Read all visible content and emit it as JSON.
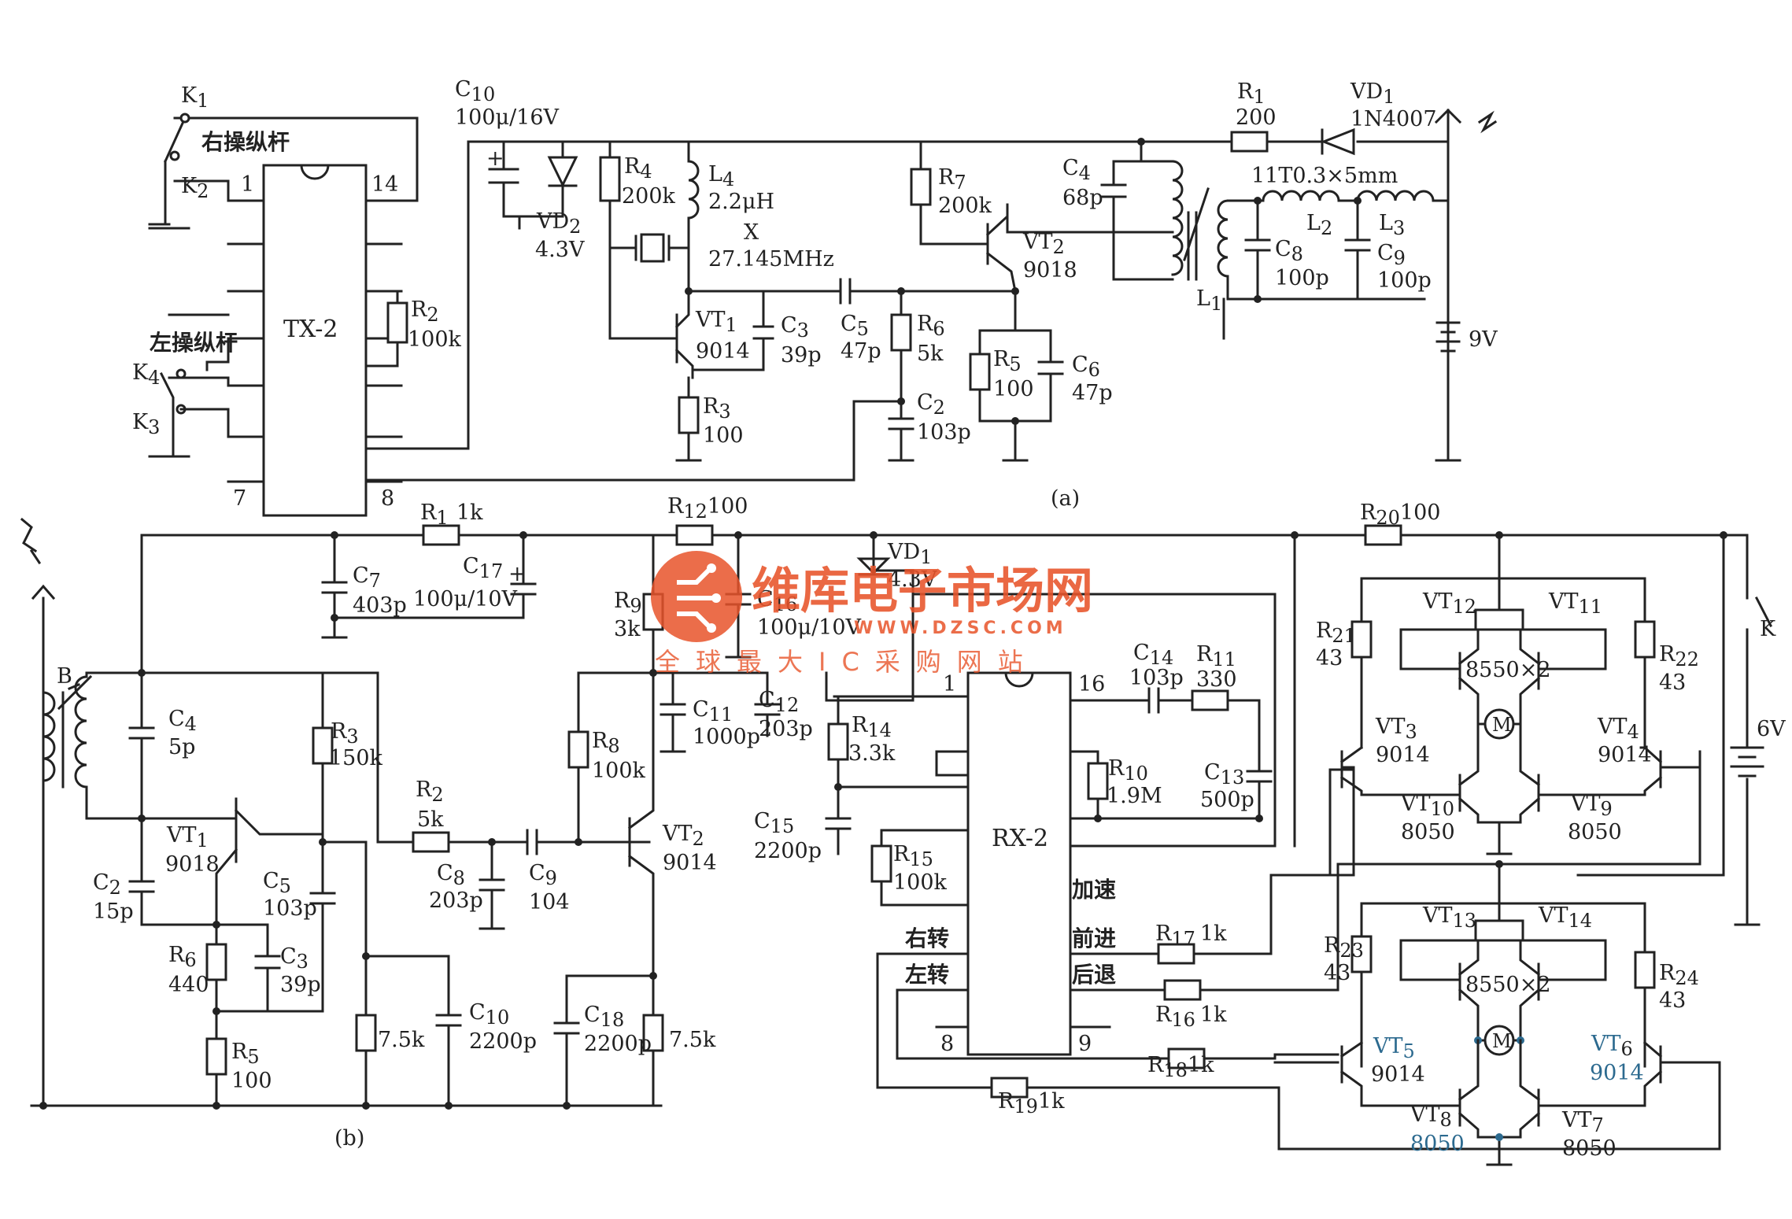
{
  "diagram": {
    "label_a": "(a)",
    "label_b": "(b)"
  },
  "tx": {
    "K1": "K",
    "K1_sub": "1",
    "K2": "K",
    "K2_sub": "2",
    "K3": "K",
    "K3_sub": "3",
    "K4": "K",
    "K4_sub": "4",
    "right_stick": "右操纵杆",
    "left_stick": "左操纵杆",
    "chip": "TX-2",
    "pin1": "1",
    "pin14": "14",
    "pin7": "7",
    "pin8": "8",
    "R2": "R",
    "R2_sub": "2",
    "R2_val": "100k",
    "C10": "C",
    "C10_sub": "10",
    "C10_val": "100μ/16V",
    "VD2": "VD",
    "VD2_sub": "2",
    "VD2_val": "4.3V",
    "R4": "R",
    "R4_sub": "4",
    "R4_val": "200k",
    "L4": "L",
    "L4_sub": "4",
    "L4_val": "2.2μH",
    "X": "X",
    "X_val": "27.145MHz",
    "VT1": "VT",
    "VT1_sub": "1",
    "VT1_val": "9014",
    "C3": "C",
    "C3_sub": "3",
    "C3_val": "39p",
    "C5": "C",
    "C5_sub": "5",
    "C5_val": "47p",
    "R6": "R",
    "R6_sub": "6",
    "R6_val": "5k",
    "R3": "R",
    "R3_sub": "3",
    "R3_val": "100",
    "C2": "C",
    "C2_sub": "2",
    "C2_val": "103p",
    "R5": "R",
    "R5_sub": "5",
    "R5_val": "100",
    "C6": "C",
    "C6_sub": "6",
    "C6_val": "47p",
    "R7": "R",
    "R7_sub": "7",
    "R7_val": "200k",
    "VT2": "VT",
    "VT2_sub": "2",
    "VT2_val": "9018",
    "C4": "C",
    "C4_sub": "4",
    "C4_val": "68p",
    "L1": "L",
    "L1_sub": "1",
    "R1": "R",
    "R1_sub": "1",
    "R1_val": "200",
    "VD1": "VD",
    "VD1_sub": "1",
    "VD1_val": "1N4007",
    "coil": "11T0.3×5mm",
    "L2": "L",
    "L2_sub": "2",
    "L3": "L",
    "L3_sub": "3",
    "C8": "C",
    "C8_sub": "8",
    "C8_val": "100p",
    "C9": "C",
    "C9_sub": "9",
    "C9_val": "100p",
    "battery": "9V"
  },
  "rx": {
    "B": "B",
    "C4": "C",
    "C4_sub": "4",
    "C4_val": "5p",
    "C2": "C",
    "C2_sub": "2",
    "C2_val": "15p",
    "VT1": "VT",
    "VT1_sub": "1",
    "VT1_val": "9018",
    "R6": "R",
    "R6_sub": "6",
    "R6_val": "440",
    "C3": "C",
    "C3_sub": "3",
    "C3_val": "39p",
    "R5": "R",
    "R5_sub": "5",
    "R5_val": "100",
    "C5": "C",
    "C5_sub": "5",
    "C5_val": "103p",
    "R3": "R",
    "R3_sub": "3",
    "R3_val": "150k",
    "R7k5a": "7.5k",
    "C10": "C",
    "C10_sub": "10",
    "C10_val": "2200p",
    "C7": "C",
    "C7_sub": "7",
    "C7_val": "403p",
    "R1": "R",
    "R1_sub": "1",
    "R1_val": "1k",
    "C17": "C",
    "C17_sub": "17",
    "C17_val": "100μ/10V",
    "R2": "R",
    "R2_sub": "2",
    "R2_val": "5k",
    "C8": "C",
    "C8_sub": "8",
    "C8_val": "203p",
    "C9": "C",
    "C9_sub": "9",
    "C9_val": "104",
    "R8": "R",
    "R8_sub": "8",
    "R8_val": "100k",
    "VT2": "VT",
    "VT2_sub": "2",
    "VT2_val": "9014",
    "C18": "C",
    "C18_sub": "18",
    "C18_val": "2200p",
    "R7k5b": "7.5k",
    "R9": "R",
    "R9_sub": "9",
    "R9_val": "3k",
    "R12": "R",
    "R12_sub": "12",
    "R12_val": "100",
    "C16": "C",
    "C16_sub": "16",
    "C16_val": "100μ/10V",
    "VD1": "VD",
    "VD1_sub": "1",
    "VD1_val": "4.3V",
    "C11": "C",
    "C11_sub": "11",
    "C11_val": "1000p",
    "C12": "C",
    "C12_sub": "12",
    "C12_val": "203p",
    "R14": "R",
    "R14_sub": "14",
    "R14_val": "3.3k",
    "C15": "C",
    "C15_sub": "15",
    "C15_val": "2200p",
    "R15": "R",
    "R15_sub": "15",
    "R15_val": "100k",
    "chip": "RX-2",
    "pin1": "1",
    "pin16": "16",
    "pin8": "8",
    "pin9": "9",
    "accel": "加速",
    "forward": "前进",
    "backward": "后退",
    "turn_right": "右转",
    "turn_left": "左转",
    "C14": "C",
    "C14_sub": "14",
    "C14_val": "103p",
    "R11": "R",
    "R11_sub": "11",
    "R11_val": "330",
    "R10": "R",
    "R10_sub": "10",
    "R10_val": "1.9M",
    "C13": "C",
    "C13_sub": "13",
    "C13_val": "500p",
    "R17": "R",
    "R17_sub": "17",
    "R17_val": "1k",
    "R16": "R",
    "R16_sub": "16",
    "R16_val": "1k",
    "R18": "R",
    "R18_sub": "18",
    "R18_val": "1k",
    "R19": "R",
    "R19_sub": "19",
    "R19_val": "1k",
    "R20": "R",
    "R20_sub": "20",
    "R20_val": "100",
    "VT12": "VT",
    "VT12_sub": "12",
    "VT11": "VT",
    "VT11_sub": "11",
    "pair1": "8550×2",
    "R21": "R",
    "R21_sub": "21",
    "R21_val": "43",
    "R22": "R",
    "R22_sub": "22",
    "R22_val": "43",
    "VT3": "VT",
    "VT3_sub": "3",
    "VT3_val": "9014",
    "VT4": "VT",
    "VT4_sub": "4",
    "VT4_val": "9014",
    "VT10": "VT",
    "VT10_sub": "10",
    "VT10_val": "8050",
    "VT9": "VT",
    "VT9_sub": "9",
    "VT9_val": "8050",
    "motor": "M",
    "VT13": "VT",
    "VT13_sub": "13",
    "VT14": "VT",
    "VT14_sub": "14",
    "pair2": "8550×2",
    "R23": "R",
    "R23_sub": "23",
    "R23_val": "43",
    "R24": "R",
    "R24_sub": "24",
    "R24_val": "43",
    "VT5": "VT",
    "VT5_sub": "5",
    "VT5_val": "9014",
    "VT6": "VT",
    "VT6_sub": "6",
    "VT6_val": "9014",
    "VT8": "VT",
    "VT8_sub": "8",
    "VT8_val": "8050",
    "VT7": "VT",
    "VT7_sub": "7",
    "VT7_val": "8050",
    "switch": "K",
    "battery": "6V"
  },
  "watermark": {
    "title": "维库电子市场网",
    "url": "WWW.DZSC.COM",
    "slogan": "全球最大IC采购网站",
    "color": "#e8542a"
  }
}
